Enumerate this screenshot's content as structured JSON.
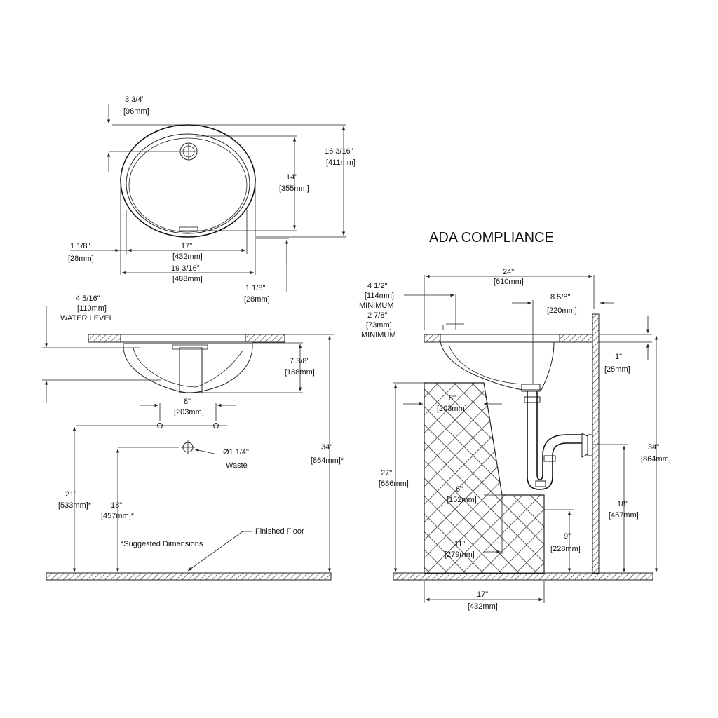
{
  "title": "ADA COMPLIANCE",
  "top_view": {
    "setback": [
      "3 3/4\"",
      "[96mm]"
    ],
    "overall_depth": [
      "16 3/16\"",
      "[411mm]"
    ],
    "bowl_depth": [
      "14\"",
      "[355mm]"
    ],
    "rim_left": [
      "1 1/8\"",
      "[28mm]"
    ],
    "bowl_width": [
      "17\"",
      "[432mm]"
    ],
    "overall_width": [
      "19 3/16\"",
      "[488mm]"
    ],
    "rim_right": [
      "1 1/8\"",
      "[28mm]"
    ]
  },
  "front_view": {
    "water_level": [
      "4 5/16\"",
      "[110mm]",
      "WATER LEVEL"
    ],
    "bowl_height": [
      "7 3/8\"",
      "[188mm]"
    ],
    "faucet_spread": [
      "8\"",
      "[203mm]"
    ],
    "waste": [
      "Ø1 1/4\"",
      "Waste"
    ],
    "rim_height": [
      "34\"",
      "[864mm]*"
    ],
    "supply_height": [
      "21\"",
      "[533mm]*"
    ],
    "waste_height": [
      "18\"",
      "[457mm]*"
    ],
    "note": "*Suggested Dimensions",
    "floor": "Finished Floor"
  },
  "ada_view": {
    "counter_depth": [
      "24\"",
      "[610mm]"
    ],
    "min_front": [
      "4 1/2\"",
      "[114mm]",
      "MINIMUM"
    ],
    "min_front2": [
      "2 7/8\"",
      "[73mm]",
      "MINIMUM"
    ],
    "drain_offset": [
      "8 5/8\"",
      "[220mm]"
    ],
    "counter_thk": [
      "1\"",
      "[25mm]"
    ],
    "knee_top": [
      "8\"",
      "[203mm]"
    ],
    "knee_height": [
      "27\"",
      "[686mm]"
    ],
    "knee_mid": [
      "6\"",
      "[152mm]"
    ],
    "toe_depth": [
      "11\"",
      "[279mm]"
    ],
    "toe_height": [
      "9\"",
      "[228mm]"
    ],
    "rim_height": [
      "34\"",
      "[864mm]"
    ],
    "drain_height": [
      "18\"",
      "[457mm]"
    ],
    "clear_depth": [
      "17\"",
      "[432mm]"
    ]
  }
}
